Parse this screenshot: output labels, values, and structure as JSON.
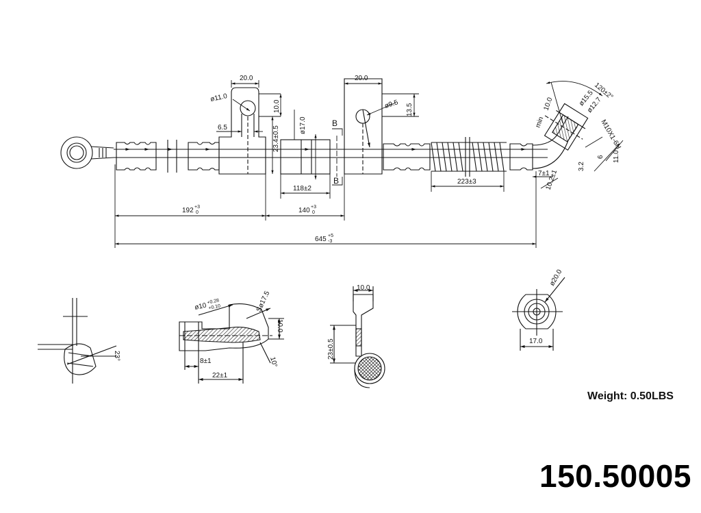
{
  "dimensions": {
    "bracket_left_width": "20.0",
    "bracket_right_width": "20.0",
    "hole_left_dia": "ø11.0",
    "hole_left_height": "10.0",
    "slot_left_width": "6.5",
    "bracket_left_offset": "23.4±0.5",
    "collar_dia": "ø17.0",
    "collar_length": "118±2",
    "hole_right_dia": "ø9.5",
    "hole_right_height": "13.5",
    "section_b": "B",
    "spring_length": "223±3",
    "angle": "120±2°",
    "fitting_dia_outer": "ø15.5",
    "fitting_dia_inner": "ø12.7",
    "thread": "M10X1-6H",
    "min_len": "10.0",
    "min_label": "min",
    "dim_3_2": "3.2",
    "dim_6": "6",
    "dim_11": "11.0",
    "dim_7": "7±1",
    "dim_10_2": "10.2±1",
    "seg_left": "192",
    "seg_left_tol_up": "+3",
    "seg_left_tol_low": "0",
    "seg_mid": "140",
    "seg_mid_tol_up": "+3",
    "seg_mid_tol_low": "0",
    "overall": "645",
    "overall_tol_up": "+5",
    "overall_tol_low": "-3"
  },
  "details": {
    "angle_23": "23°",
    "dia_10": "ø10",
    "dia_10_tol_up": "+0.28",
    "dia_10_tol_low": "+0.10",
    "sphere_r": "Sø17.5",
    "height_10": "10.0",
    "angle_10": "10°",
    "len_8": "8±1",
    "len_22": "22±1",
    "clip_width": "10.0",
    "clip_height": "23±0.5",
    "fitting_dia": "ø20.0",
    "fitting_width": "17.0"
  },
  "weight_label": "Weight: 0.50LBS",
  "part_number": "150.50005"
}
